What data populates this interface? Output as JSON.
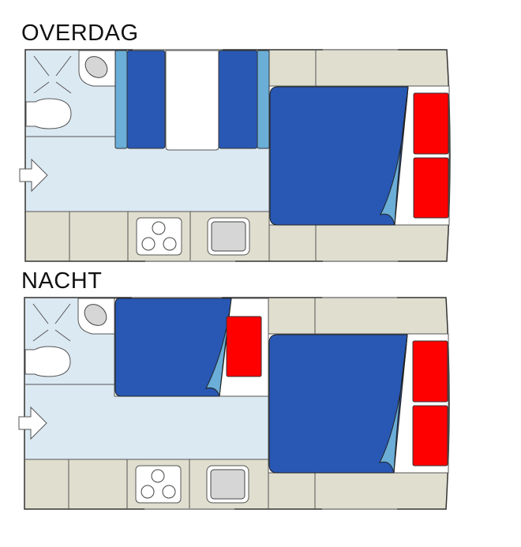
{
  "plans": [
    {
      "label": "OVERDAG",
      "mode": "day"
    },
    {
      "label": "NACHT",
      "mode": "night"
    }
  ],
  "colors": {
    "floor": "#dbe9f3",
    "counter": "#e0dfcf",
    "cushion": "#2858b4",
    "cushion_edge": "#6baed8",
    "pillow": "#ff0000",
    "outline": "#333333"
  }
}
